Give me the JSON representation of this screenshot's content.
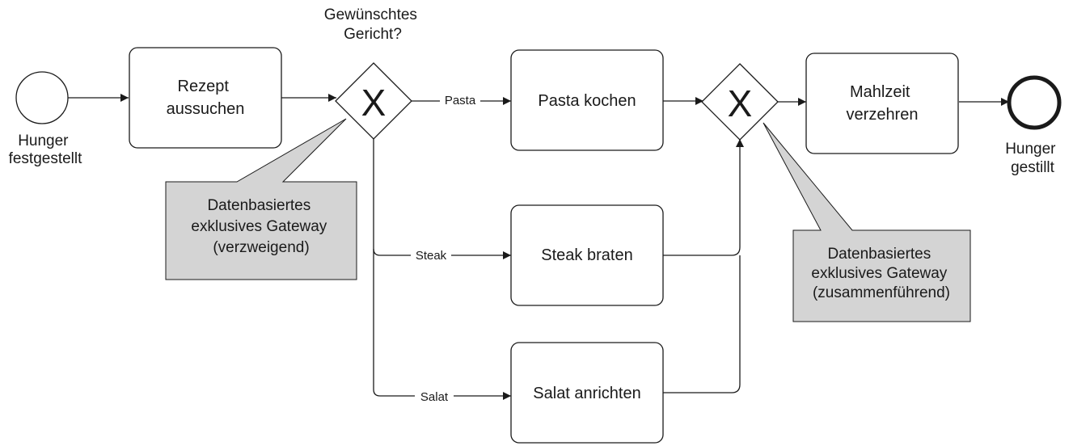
{
  "start_event": {
    "label_lines": [
      "Hunger",
      "festgestellt"
    ]
  },
  "end_event": {
    "label_lines": [
      "Hunger",
      "gestillt"
    ]
  },
  "split_gateway": {
    "question_lines": [
      "Gewünschtes",
      "Gericht?"
    ],
    "marker": "X"
  },
  "join_gateway": {
    "marker": "X"
  },
  "tasks": {
    "rezept": {
      "lines": [
        "Rezept",
        "aussuchen"
      ]
    },
    "pasta": {
      "lines": [
        "Pasta kochen"
      ]
    },
    "steak": {
      "lines": [
        "Steak braten"
      ]
    },
    "salat": {
      "lines": [
        "Salat anrichten"
      ]
    },
    "mahlzeit": {
      "lines": [
        "Mahlzeit",
        "verzehren"
      ]
    }
  },
  "edge_labels": {
    "pasta": "Pasta",
    "steak": "Steak",
    "salat": "Salat"
  },
  "annotations": {
    "split": {
      "lines": [
        "Datenbasiertes",
        "exklusives Gateway",
        "(verzweigend)"
      ]
    },
    "join": {
      "lines": [
        "Datenbasiertes",
        "exklusives Gateway",
        "(zusammenführend)"
      ]
    }
  },
  "colors": {
    "stroke": "#1a1a1a",
    "annotation_fill": "#d4d4d4",
    "background": "#ffffff"
  }
}
